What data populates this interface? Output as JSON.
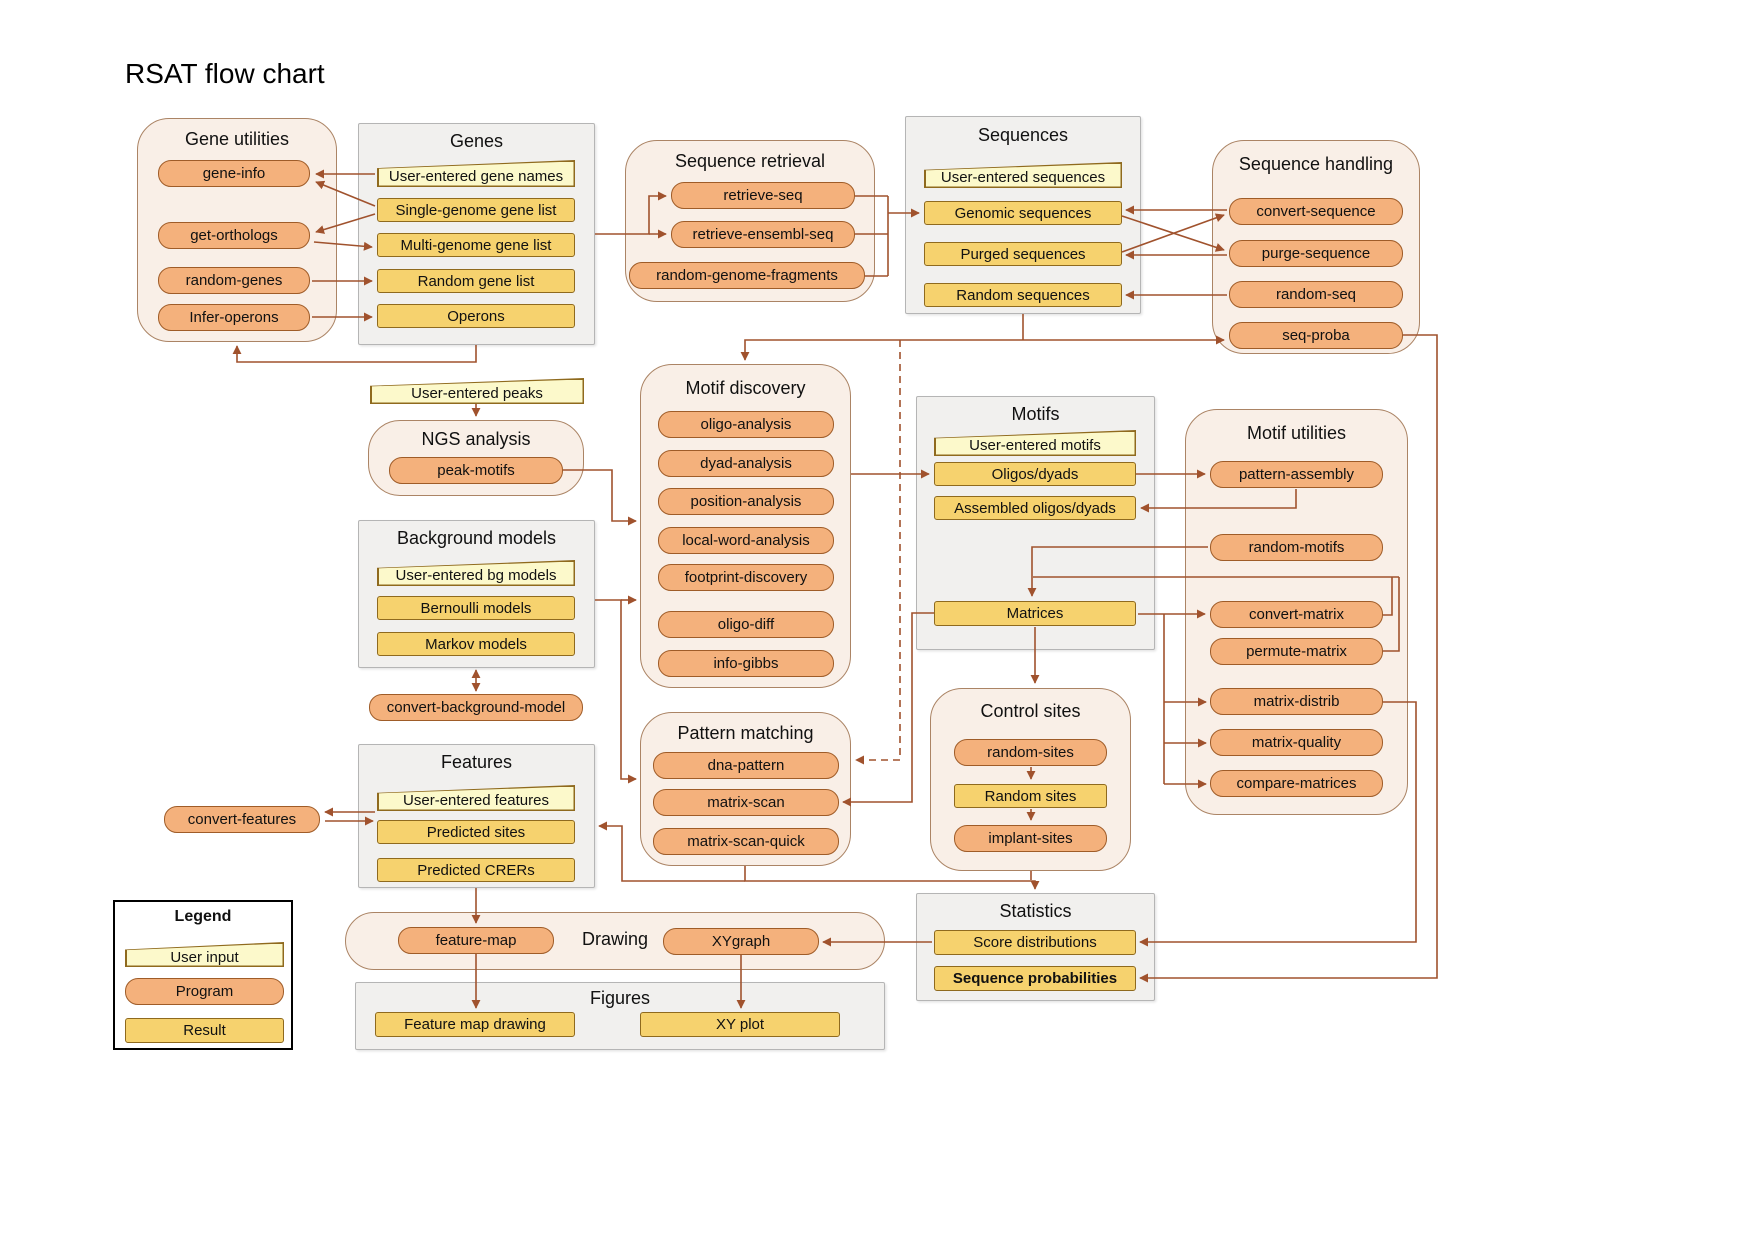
{
  "title": "RSAT flow chart",
  "colors": {
    "program_fill": "#f4b17c",
    "result_fill": "#f6d26e",
    "user_input_fill": "#fcf9cb",
    "arrow": "#a0522d",
    "rounded_group_fill": "#f9efe7",
    "gray_group_fill": "#f1f0ee"
  },
  "legend": {
    "title": "Legend",
    "user_input": "User input",
    "program": "Program",
    "result": "Result"
  },
  "groups": {
    "gene_utilities": {
      "title": "Gene utilities",
      "gene_info": "gene-info",
      "get_orthologs": "get-orthologs",
      "random_genes": "random-genes",
      "infer_operons": "Infer-operons"
    },
    "genes": {
      "title": "Genes",
      "user_gene_names": "User-entered gene names",
      "single_genome": "Single-genome gene list",
      "multi_genome": "Multi-genome gene list",
      "random_gene_list": "Random gene list",
      "operons": "Operons"
    },
    "sequence_retrieval": {
      "title": "Sequence retrieval",
      "retrieve_seq": "retrieve-seq",
      "retrieve_ensembl_seq": "retrieve-ensembl-seq",
      "random_genome_fragments": "random-genome-fragments"
    },
    "sequences": {
      "title": "Sequences",
      "user_sequences": "User-entered sequences",
      "genomic": "Genomic sequences",
      "purged": "Purged sequences",
      "random": "Random sequences"
    },
    "sequence_handling": {
      "title": "Sequence handling",
      "convert_sequence": "convert-sequence",
      "purge_sequence": "purge-sequence",
      "random_seq": "random-seq",
      "seq_proba": "seq-proba"
    },
    "ngs_analysis": {
      "title": "NGS analysis",
      "peak_motifs": "peak-motifs"
    },
    "motif_discovery": {
      "title": "Motif discovery",
      "oligo_analysis": "oligo-analysis",
      "dyad_analysis": "dyad-analysis",
      "position_analysis": "position-analysis",
      "local_word_analysis": "local-word-analysis",
      "footprint_discovery": "footprint-discovery",
      "oligo_diff": "oligo-diff",
      "info_gibbs": "info-gibbs"
    },
    "motifs": {
      "title": "Motifs",
      "user_motifs": "User-entered motifs",
      "oligos_dyads": "Oligos/dyads",
      "assembled_oligos_dyads": "Assembled oligos/dyads",
      "matrices": "Matrices"
    },
    "motif_utilities": {
      "title": "Motif utilities",
      "pattern_assembly": "pattern-assembly",
      "random_motifs": "random-motifs",
      "convert_matrix": "convert-matrix",
      "permute_matrix": "permute-matrix",
      "matrix_distrib": "matrix-distrib",
      "matrix_quality": "matrix-quality",
      "compare_matrices": "compare-matrices"
    },
    "background_models": {
      "title": "Background models",
      "user_bg_models": "User-entered bg models",
      "bernoulli": "Bernoulli models",
      "markov": "Markov models"
    },
    "pattern_matching": {
      "title": "Pattern matching",
      "dna_pattern": "dna-pattern",
      "matrix_scan": "matrix-scan",
      "matrix_scan_quick": "matrix-scan-quick"
    },
    "control_sites": {
      "title": "Control sites",
      "random_sites_program": "random-sites",
      "random_sites_result": "Random sites",
      "implant_sites": "implant-sites"
    },
    "features": {
      "title": "Features",
      "user_features": "User-entered features",
      "predicted_sites": "Predicted sites",
      "predicted_crers": "Predicted CRERs"
    },
    "drawing": {
      "title": "Drawing",
      "feature_map": "feature-map",
      "xygraph": "XYgraph"
    },
    "figures": {
      "title": "Figures",
      "feature_map_drawing": "Feature map drawing",
      "xy_plot": "XY plot"
    },
    "statistics": {
      "title": "Statistics",
      "score_distributions": "Score distributions",
      "sequence_probabilities": "Sequence probabilities"
    }
  },
  "standalone": {
    "user_peaks": "User-entered peaks",
    "convert_background_model": "convert-background-model",
    "convert_features": "convert-features"
  }
}
